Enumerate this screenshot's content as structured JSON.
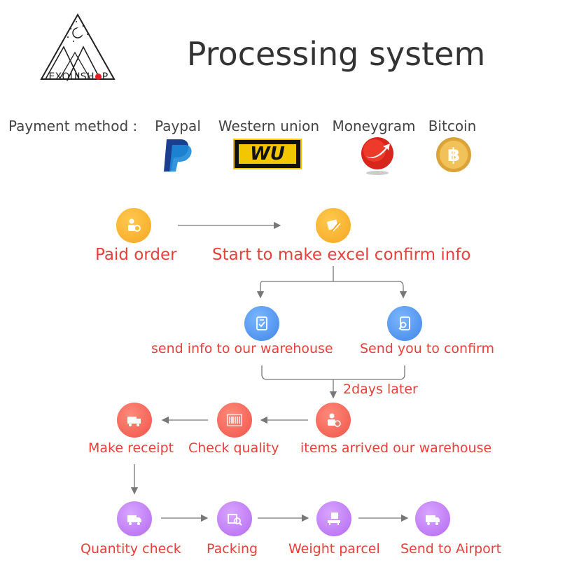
{
  "header": {
    "brand": [
      "EXQUISH",
      "P"
    ],
    "title": "Processing system"
  },
  "payment": {
    "label": "Payment method :",
    "methods": [
      {
        "name": "Paypal",
        "icon": "paypal-logo-icon"
      },
      {
        "name": "Western union",
        "icon": "western-union-logo-icon",
        "mark": "WU"
      },
      {
        "name": "Moneygram",
        "icon": "moneygram-logo-icon"
      },
      {
        "name": "Bitcoin",
        "icon": "bitcoin-logo-icon"
      }
    ]
  },
  "flow": {
    "paid_order": "Paid order",
    "make_excel": "Start to make excel confirm info",
    "send_warehouse": "send info to our warehouse",
    "send_confirm": "Send you to confirm",
    "later": "2days later",
    "items_arrived": "items arrived our warehouse",
    "check_quality": "Check quality",
    "make_receipt": "Make receipt",
    "quantity_check": "Quantity check",
    "packing": "Packing",
    "weight_parcel": "Weight parcel",
    "send_airport": "Send to Airport"
  },
  "colors": {
    "label": "#e8403a",
    "orange": "#f5a623",
    "blue": "#3f86e6",
    "red": "#ee5449",
    "purple": "#b468f0",
    "line": "#777777"
  }
}
